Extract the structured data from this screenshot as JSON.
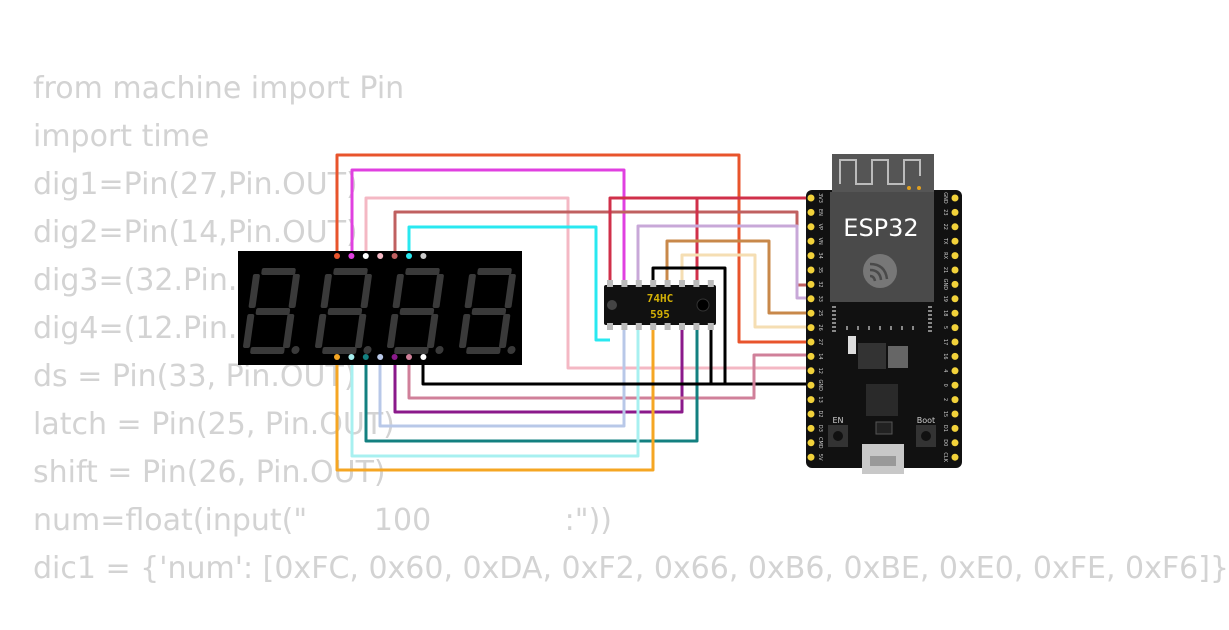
{
  "code_lines": [
    "from machine import Pin",
    "import time",
    "dig1=Pin(27,Pin.OUT)",
    "dig2=Pin(14,Pin.OUT)",
    "dig3=(32.Pin.OUT)",
    "dig4=(12.Pin.OUT)",
    "ds = Pin(33, Pin.OUT)",
    "latch = Pin(25, Pin.OUT)",
    "shift = Pin(26, Pin.OUT)",
    "num=float(input(\"       100              :\"))",
    "dic1 = {'num': [0xFC, 0x60, 0xDA, 0xF2, 0x66, 0xB6, 0xBE, 0xE0, 0xFE, 0xF6]}"
  ],
  "display": {
    "digit_count": 4,
    "segment_color": "#3a3a3a",
    "body_color": "#000000"
  },
  "shift_register": {
    "label_line1": "74HC",
    "label_line2": "595"
  },
  "board": {
    "label": "ESP32",
    "en_label": "EN",
    "boot_label": "Boot",
    "left_pins": [
      "3V3",
      "EN",
      "VP",
      "VN",
      "34",
      "35",
      "32",
      "33",
      "25",
      "26",
      "27",
      "14",
      "12",
      "GND",
      "13",
      "D2",
      "D3",
      "CMD",
      "5V"
    ],
    "right_pins": [
      "GND",
      "23",
      "22",
      "TX",
      "RX",
      "21",
      "GND",
      "19",
      "18",
      "5",
      "17",
      "16",
      "4",
      "0",
      "2",
      "15",
      "D1",
      "D0",
      "CLK"
    ]
  },
  "wire_colors": {
    "orange_red": "#e8542c",
    "magenta": "#e040e0",
    "pink": "#f4b8c4",
    "brown_red": "#c06060",
    "cyan": "#29e8f0",
    "crimson": "#d0304a",
    "lavender": "#c8a8d8",
    "tan": "#c8884a",
    "cream": "#f5deb3",
    "black": "#000000",
    "purple": "#8b1a8b",
    "mauve": "#d0809a",
    "light_blue": "#b8c8e8",
    "teal": "#138080",
    "pale_cyan": "#a8f0f0",
    "amber": "#f5a623"
  }
}
